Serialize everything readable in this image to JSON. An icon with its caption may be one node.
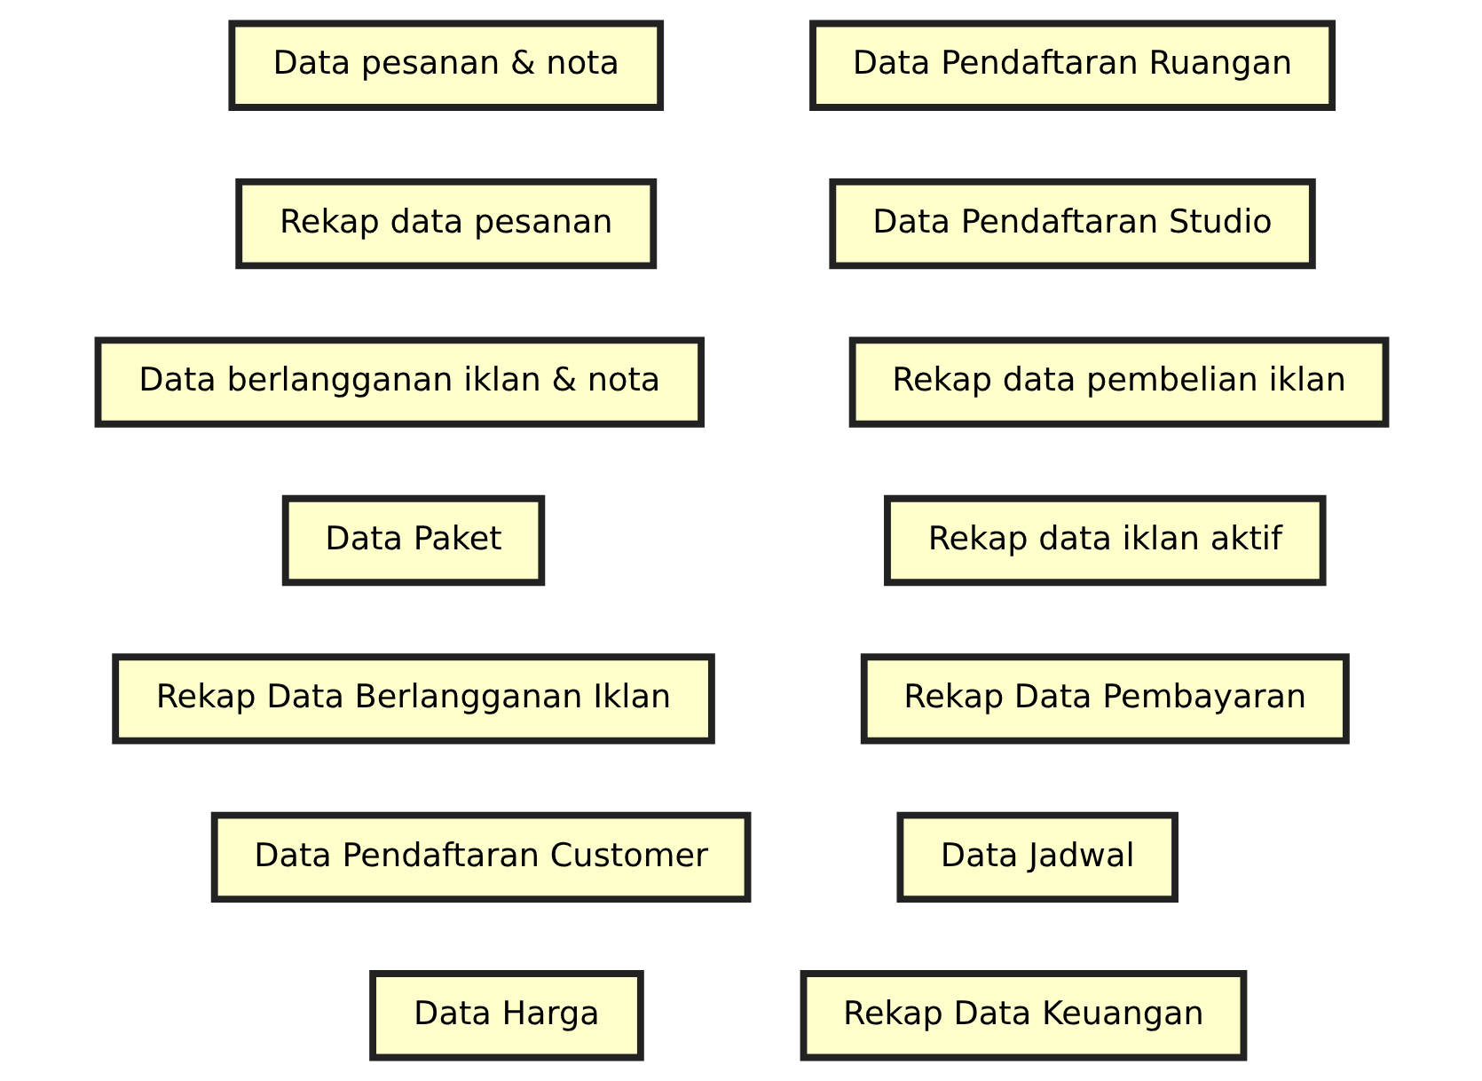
{
  "diagram": {
    "nodes": [
      {
        "text": [
          "Data pesanan & nota"
        ]
      },
      {
        "text": [
          "Data Pendaftaran Ruangan"
        ]
      },
      {
        "text": [
          "Rekap data pesanan"
        ]
      },
      {
        "text": [
          "Data Pendaftaran Studio"
        ]
      },
      {
        "text": [
          "Data berlangganan iklan & nota"
        ]
      },
      {
        "text": [
          "Rekap data pembelian iklan"
        ]
      },
      {
        "text": [
          "Data Paket"
        ]
      },
      {
        "text": [
          "Rekap data iklan aktif"
        ]
      },
      {
        "text": [
          "Rekap Data Berlangganan Iklan"
        ]
      },
      {
        "text": [
          "Rekap Data Pembayaran"
        ]
      },
      {
        "text": [
          "Data Pendaftaran Customer"
        ]
      },
      {
        "text": [
          "Data Jadwal"
        ]
      },
      {
        "text": [
          "Data Harga"
        ]
      },
      {
        "text": [
          "Rekap Data Keuangan"
        ]
      }
    ]
  }
}
